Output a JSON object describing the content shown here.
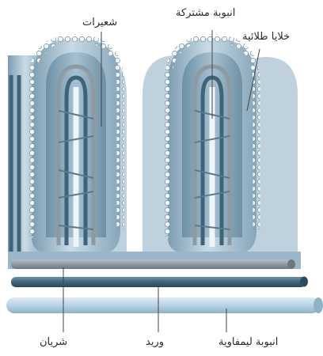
{
  "labels": {
    "capillaries": "شعيرات",
    "lacteal": "انبوبة مشتركة",
    "epithelial": "خلايا طلائية",
    "artery": "شريان",
    "vein": "وريد",
    "lymph": "انبوبة ليمفاوية"
  },
  "colors": {
    "villus_fill": "#9ab6c8",
    "villus_light": "#c9dbe6",
    "villus_dark": "#5f8196",
    "artery": "#8e9aa2",
    "vein": "#3f6478",
    "lymph": "#b9d3e2",
    "leader": "#444444"
  }
}
